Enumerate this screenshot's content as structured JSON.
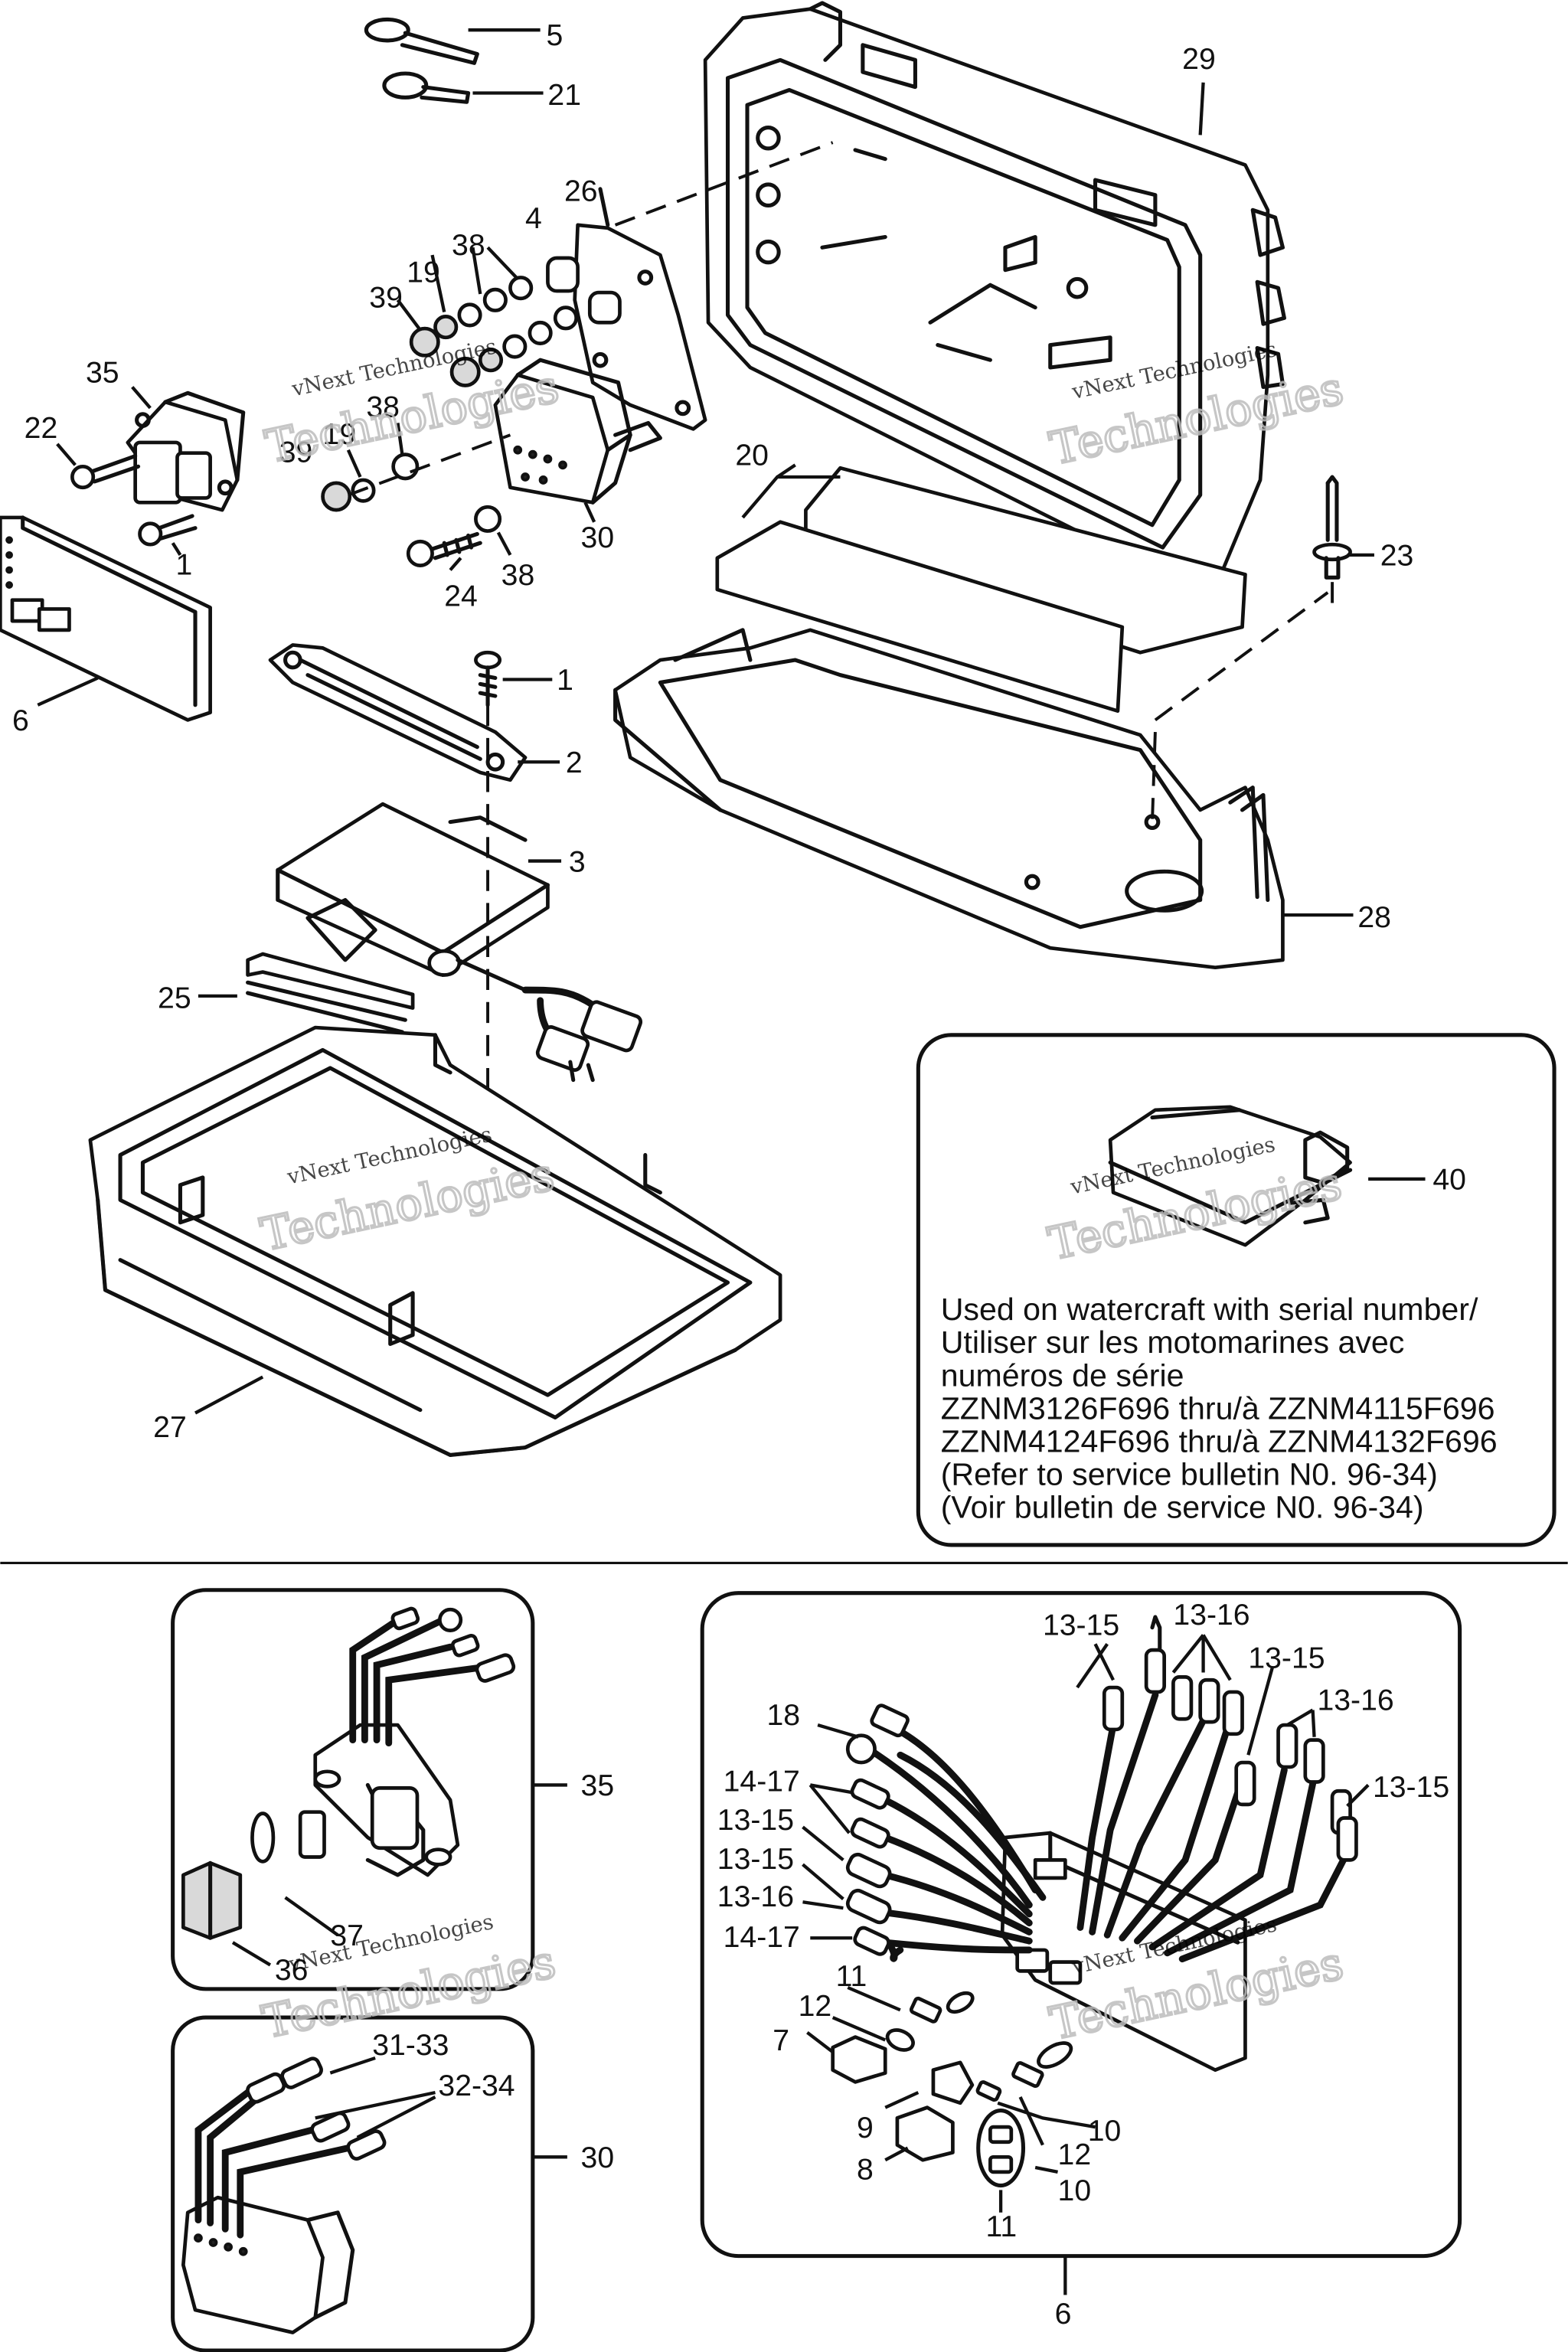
{
  "watermark": {
    "line1": "vNext Technologies",
    "line2": "Technologies"
  },
  "callouts_main": {
    "c5": "5",
    "c21": "21",
    "c29": "29",
    "c26": "26",
    "c4": "4",
    "c38a": "38",
    "c19a": "19",
    "c39a": "39",
    "c35": "35",
    "c22": "22",
    "c38b": "38",
    "c19b": "19",
    "c39b": "39",
    "c1a": "1",
    "c30": "30",
    "c24": "24",
    "c38c": "38",
    "c20": "20",
    "c23": "23",
    "c6": "6",
    "c1b": "1",
    "c2": "2",
    "c3": "3",
    "c25": "25",
    "c28": "28",
    "c27": "27",
    "c40": "40"
  },
  "note": {
    "l1": "Used on watercraft with serial number/",
    "l2": "Utiliser sur les motomarines avec",
    "l3": "numéros de série",
    "l4": "ZZNM3126F696 thru/à ZZNM4115F696",
    "l5": "ZZNM4124F696 thru/à ZZNM4132F696",
    "l6": "(Refer to service bulletin N0. 96-34)",
    "l7": "(Voir bulletin de service N0. 96-34)"
  },
  "detail_35": {
    "c35": "35",
    "c37": "37",
    "c36": "36"
  },
  "detail_30": {
    "c31_33": "31-33",
    "c32_34": "32-34",
    "c30": "30"
  },
  "detail_6": {
    "c13_15a": "13-15",
    "c13_16a": "13-16",
    "c13_15b": "13-15",
    "c13_16b": "13-16",
    "c13_15c": "13-15",
    "c18": "18",
    "c14_17a": "14-17",
    "c13_15d": "13-15",
    "c13_15e": "13-15",
    "c13_16c": "13-16",
    "c14_17b": "14-17",
    "c11a": "11",
    "c12a": "12",
    "c7": "7",
    "c9": "9",
    "c10a": "10",
    "c12b": "12",
    "c8": "8",
    "c10b": "10",
    "c11b": "11",
    "c6": "6"
  }
}
